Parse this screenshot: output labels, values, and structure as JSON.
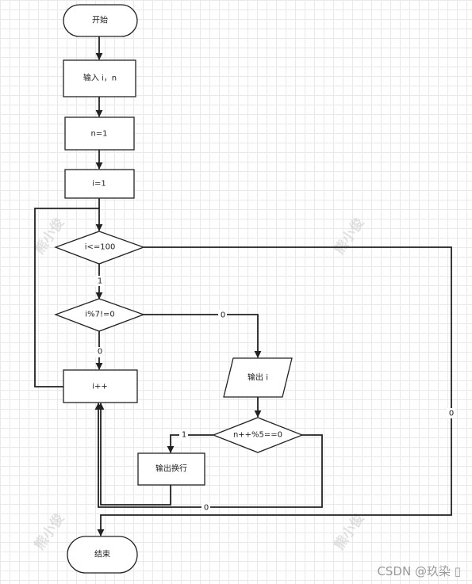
{
  "nodes": {
    "start": "开始",
    "input": "输入 i，n",
    "n_init": "n=1",
    "i_init": "i=1",
    "cond_loop": "i<=100",
    "cond_mod7": "i%7!=0",
    "increment": "i++",
    "output_i": "输出 i",
    "cond_mod5": "n++%5==0",
    "output_newline": "输出换行",
    "end": "结束"
  },
  "edge_labels": {
    "loop_true": "1",
    "loop_false": "0",
    "mod7_true": "0",
    "mod7_false": "0",
    "mod5_true": "1",
    "mod5_false": "0"
  },
  "watermark": "熊小俊",
  "footer": "CSDN @玖染 ▯"
}
